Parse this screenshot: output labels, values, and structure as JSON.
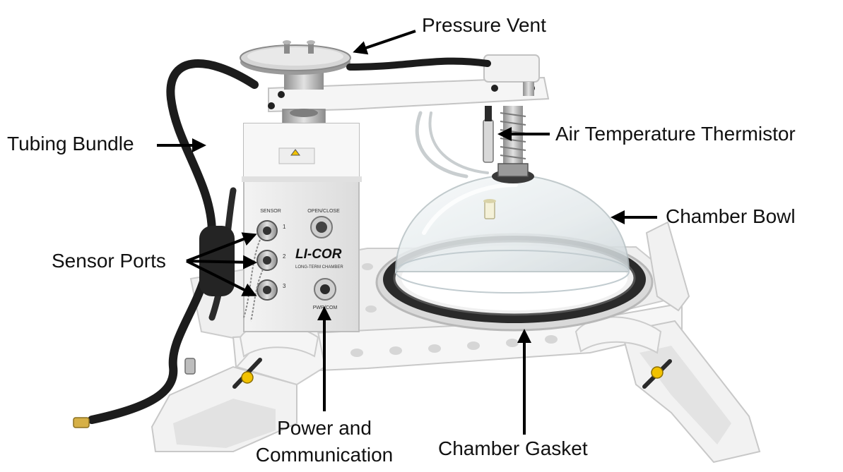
{
  "labels": {
    "pressure_vent": "Pressure Vent",
    "tubing_bundle": "Tubing Bundle",
    "air_temperature_thermistor": "Air Temperature Thermistor",
    "chamber_bowl": "Chamber Bowl",
    "sensor_ports": "Sensor Ports",
    "power_line1": "Power and",
    "power_line2": "Communication",
    "chamber_gasket": "Chamber Gasket"
  },
  "device_text": {
    "brand": "LI-COR",
    "model": "LONG-TERM CHAMBER",
    "sensor_heading": "SENSOR",
    "open_close": "OPEN/CLOSE",
    "port_1": "1",
    "port_2": "2",
    "port_3": "3",
    "pwr_com": "PWR/COM"
  },
  "colors": {
    "background": "#ffffff",
    "label_text": "#111111",
    "arrow": "#000000",
    "frame_white": "#f4f4f4",
    "frame_shadow": "#d2d2d2",
    "cable_black": "#1c1c1c",
    "knob_yellow": "#f2c200",
    "metal": "#a8a8a8",
    "dome_glass": "#e8eef0"
  }
}
